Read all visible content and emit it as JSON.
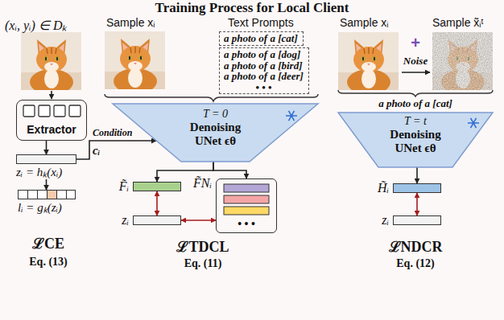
{
  "diagram": {
    "title": "Training Process for Local Client",
    "nodes": [
      {
        "text": [
          "Extractor"
        ]
      },
      {
        "text": [
          "zᵢ = hₖ(xᵢ)"
        ]
      },
      {
        "text": [
          "lᵢ = gₖ(zᵢ)"
        ]
      },
      {
        "text": [
          "a photo of a [cat]"
        ]
      },
      {
        "text": [
          "a photo of a [dog]",
          "a photo of a [bird]",
          "a photo of a [deer]",
          "• • •"
        ]
      },
      {
        "text": [
          "T = 0",
          "Denoising UNet ϵθ"
        ]
      },
      {
        "text": [
          "F̃ᵢ"
        ]
      },
      {
        "text": [
          "zᵢ"
        ]
      },
      {
        "text": [
          "F̃Nᵢ",
          "• • •"
        ]
      },
      {
        "text": [
          "T = t",
          "Denoising UNet ϵθ"
        ]
      },
      {
        "text": [
          "H̃ᵢ"
        ]
      },
      {
        "text": [
          "zᵢ"
        ]
      }
    ],
    "edges": [
      {
        "from": 0,
        "to": 1,
        "arrow": "to"
      },
      {
        "from": 1,
        "to": 2,
        "arrow": "to"
      },
      {
        "from": 1,
        "to": 5,
        "label": "Condition",
        "arrow": "to"
      },
      {
        "from": 5,
        "to": 6,
        "arrow": "to"
      },
      {
        "from": 5,
        "to": 8,
        "arrow": "to"
      },
      {
        "from": 6,
        "to": 7,
        "arrow": "both"
      },
      {
        "from": 7,
        "to": 8,
        "arrow": "both"
      },
      {
        "from": 9,
        "to": 10,
        "arrow": "to"
      },
      {
        "from": 10,
        "to": 11,
        "arrow": "both"
      }
    ],
    "labels": [
      "(xᵢ, yᵢ) ∈ Dₖ",
      "Sample xᵢ",
      "Text Prompts",
      "Sample xᵢ",
      "Sample x̃ᵢᵗ",
      "+",
      "Noise",
      "a photo of a [cat]",
      "cᵢ",
      "ℒCE",
      "Eq. (13)",
      "ℒTDCL",
      "Eq. (11)",
      "ℒNDCR",
      "Eq. (12)"
    ]
  }
}
